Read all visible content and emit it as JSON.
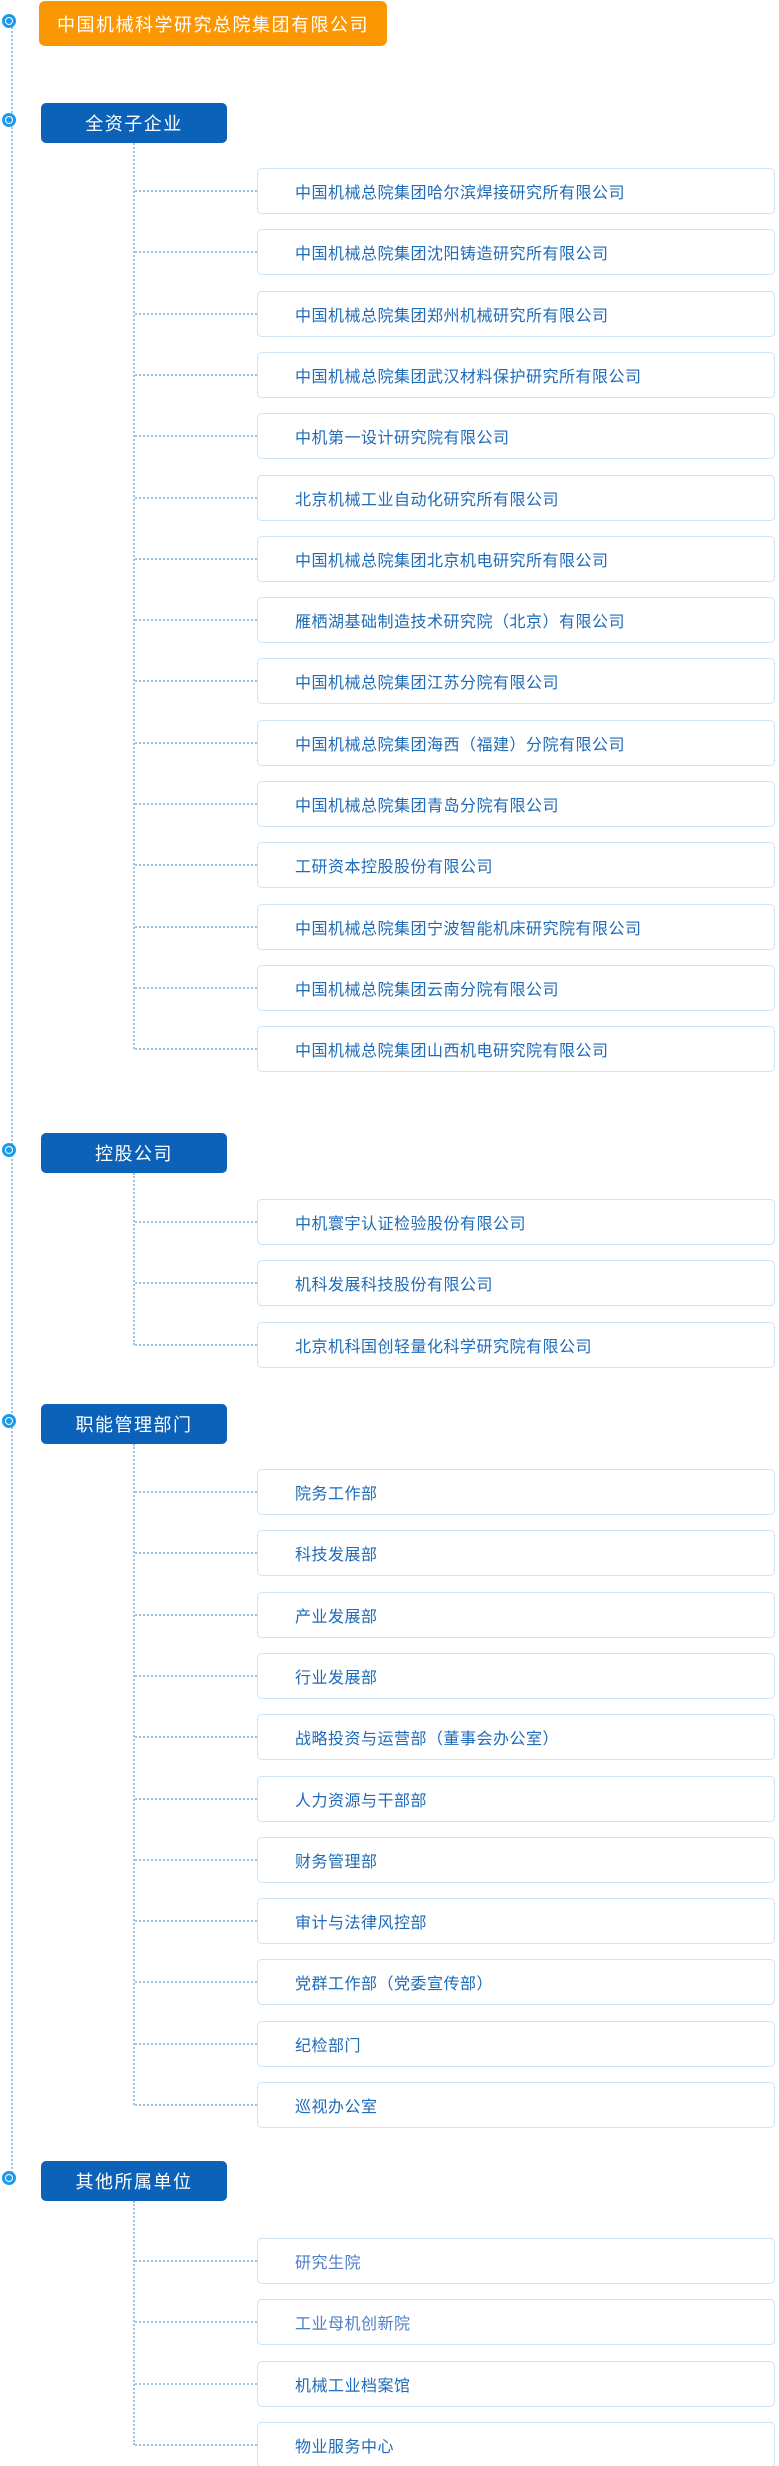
{
  "root": {
    "label": "中国机械科学研究总院集团有限公司"
  },
  "groups": [
    {
      "label": "全资子企业",
      "children": [
        {
          "label": "中国机械总院集团哈尔滨焊接研究所有限公司"
        },
        {
          "label": "中国机械总院集团沈阳铸造研究所有限公司"
        },
        {
          "label": "中国机械总院集团郑州机械研究所有限公司"
        },
        {
          "label": "中国机械总院集团武汉材料保护研究所有限公司"
        },
        {
          "label": "中机第一设计研究院有限公司"
        },
        {
          "label": "北京机械工业自动化研究所有限公司"
        },
        {
          "label": "中国机械总院集团北京机电研究所有限公司"
        },
        {
          "label": "雁栖湖基础制造技术研究院（北京）有限公司"
        },
        {
          "label": "中国机械总院集团江苏分院有限公司"
        },
        {
          "label": "中国机械总院集团海西（福建）分院有限公司"
        },
        {
          "label": "中国机械总院集团青岛分院有限公司"
        },
        {
          "label": "工研资本控股股份有限公司"
        },
        {
          "label": "中国机械总院集团宁波智能机床研究院有限公司"
        },
        {
          "label": "中国机械总院集团云南分院有限公司"
        },
        {
          "label": "中国机械总院集团山西机电研究院有限公司"
        }
      ]
    },
    {
      "label": "控股公司",
      "children": [
        {
          "label": "中机寰宇认证检验股份有限公司"
        },
        {
          "label": "机科发展科技股份有限公司"
        },
        {
          "label": "北京机科国创轻量化科学研究院有限公司"
        }
      ]
    },
    {
      "label": "职能管理部门",
      "children": [
        {
          "label": "院务工作部"
        },
        {
          "label": "科技发展部"
        },
        {
          "label": "产业发展部"
        },
        {
          "label": "行业发展部"
        },
        {
          "label": "战略投资与运营部（董事会办公室）"
        },
        {
          "label": "人力资源与干部部"
        },
        {
          "label": "财务管理部"
        },
        {
          "label": "审计与法律风控部"
        },
        {
          "label": "党群工作部（党委宣传部）"
        },
        {
          "label": "纪检部门"
        },
        {
          "label": "巡视办公室"
        }
      ]
    },
    {
      "label": "其他所属单位",
      "children": [
        {
          "label": "研究生院",
          "muted": true
        },
        {
          "label": "工业母机创新院",
          "muted": true
        },
        {
          "label": "机械工业档案馆"
        },
        {
          "label": "物业服务中心"
        }
      ]
    }
  ],
  "colors": {
    "root_box": "#FB9703",
    "group_box": "#0B62B8",
    "bullet": "#1C9BE8",
    "child_text": "#1E6BBA",
    "child_text_muted": "#4E7EC8",
    "child_border": "#CFE2F2",
    "connector_dots": "#9CC6E8"
  }
}
